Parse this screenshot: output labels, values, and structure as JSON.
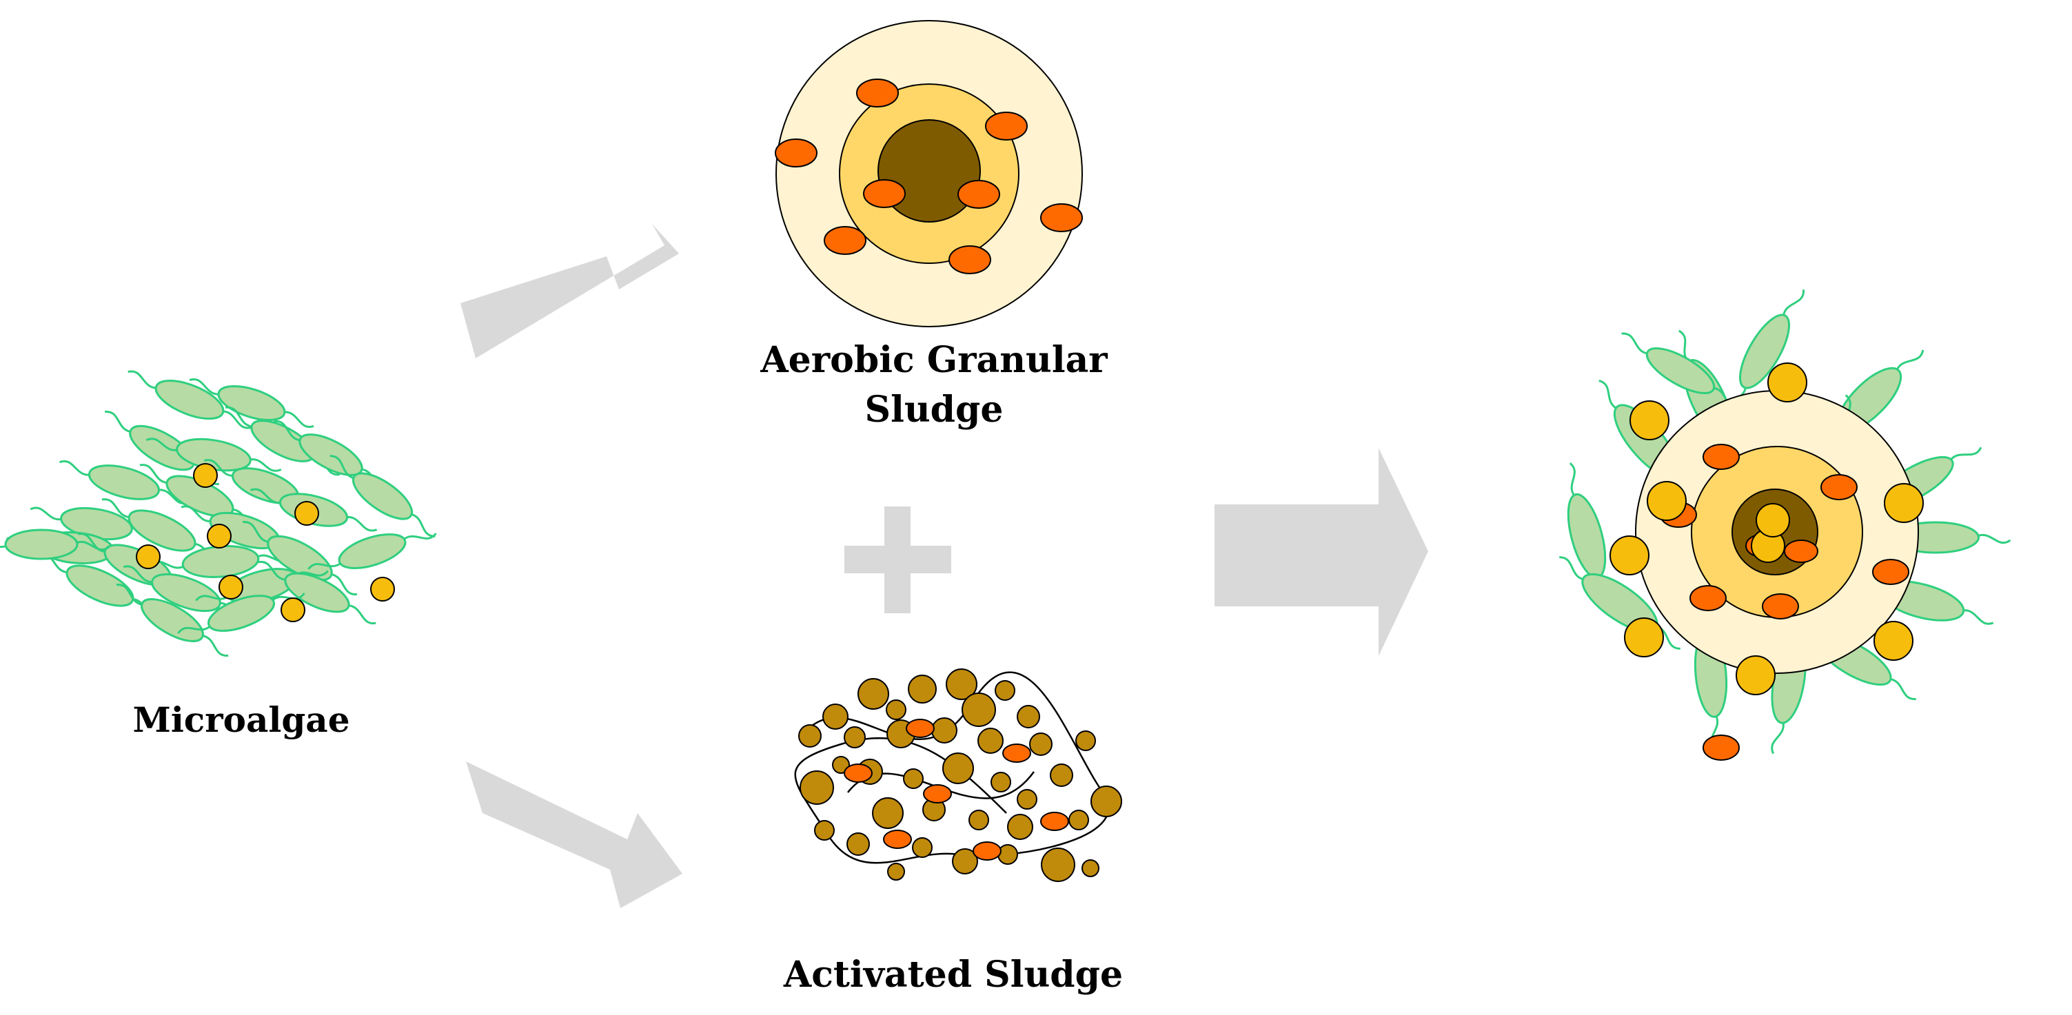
{
  "labels": {
    "microalgae": "Microalgae",
    "aerobic_line1": "Aerobic Granular",
    "aerobic_line2": "Sludge",
    "activated": "Activated Sludge"
  },
  "colors": {
    "arrow_gray": "#d9d9d9",
    "algae_fill": "#b7dba4",
    "algae_stroke": "#2fcf7f",
    "yellow_cell": "#f7bd0c",
    "orange_cell": "#ff6a00",
    "granule_outer": "#fff3d1",
    "granule_middle": "#ffd768",
    "granule_core": "#7f5b00",
    "sludge_floc": "#c08a0b"
  }
}
